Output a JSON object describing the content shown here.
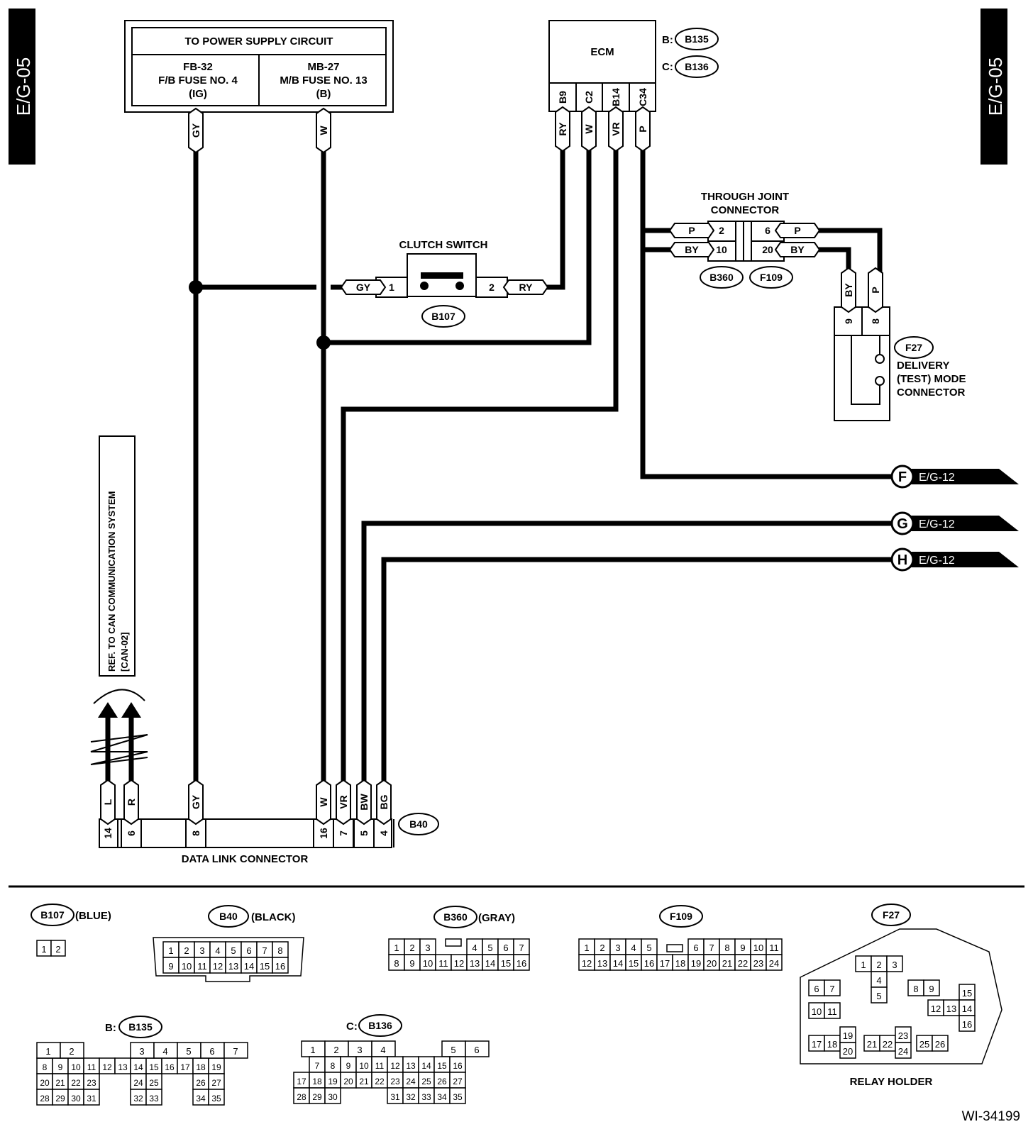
{
  "side_tabs": {
    "left": "E/G-05",
    "right": "E/G-05"
  },
  "power_supply": {
    "title": "TO POWER SUPPLY CIRCUIT",
    "left": {
      "line1": "FB-32",
      "line2": "F/B FUSE NO. 4",
      "line3": "(IG)"
    },
    "right": {
      "line1": "MB-27",
      "line2": "M/B FUSE NO. 13",
      "line3": "(B)"
    },
    "wire_left": "GY",
    "wire_right": "W"
  },
  "ecm": {
    "title": "ECM",
    "conn_b_label": "B:",
    "conn_b": "B135",
    "conn_c_label": "C:",
    "conn_c": "B136",
    "pins": [
      "B9",
      "C2",
      "B14",
      "C34"
    ],
    "wires": [
      "RY",
      "W",
      "VR",
      "P"
    ]
  },
  "clutch_switch": {
    "title": "CLUTCH SWITCH",
    "connector": "B107",
    "pin1": "1",
    "pin2": "2",
    "wire1": "GY",
    "wire2": "RY"
  },
  "through_joint": {
    "title_line1": "THROUGH JOINT",
    "title_line2": "CONNECTOR",
    "left_connector": "B360",
    "right_connector": "F109",
    "rows": [
      {
        "left_wire": "P",
        "left_pin": "2",
        "right_pin": "6",
        "right_wire": "P"
      },
      {
        "left_wire": "BY",
        "left_pin": "10",
        "right_pin": "20",
        "right_wire": "BY"
      }
    ]
  },
  "delivery_mode": {
    "connector": "F27",
    "line1": "DELIVERY",
    "line2": "(TEST) MODE",
    "line3": "CONNECTOR",
    "pins": [
      "9",
      "8"
    ],
    "wires": [
      "BY",
      "P"
    ]
  },
  "off_page": [
    {
      "letter": "F",
      "ref": "E/G-12"
    },
    {
      "letter": "G",
      "ref": "E/G-12"
    },
    {
      "letter": "H",
      "ref": "E/G-12"
    }
  ],
  "can_ref": {
    "line1": "REF. TO CAN COMMUNICATION SYSTEM",
    "line2": "[CAN-02]"
  },
  "data_link": {
    "title": "DATA LINK CONNECTOR",
    "connector": "B40",
    "pins": [
      {
        "pin": "14",
        "wire": "L"
      },
      {
        "pin": "6",
        "wire": "R"
      },
      {
        "pin": "8",
        "wire": "GY"
      },
      {
        "pin": "16",
        "wire": "W"
      },
      {
        "pin": "7",
        "wire": "VR"
      },
      {
        "pin": "5",
        "wire": "BW"
      },
      {
        "pin": "4",
        "wire": "BG"
      }
    ]
  },
  "legend": {
    "b107": {
      "name": "B107",
      "color": "(BLUE)"
    },
    "b40": {
      "name": "B40",
      "color": "(BLACK)"
    },
    "b360": {
      "name": "B360",
      "color": "(GRAY)"
    },
    "f109": {
      "name": "F109"
    },
    "f27": {
      "name": "F27",
      "caption": "RELAY HOLDER"
    },
    "b135": {
      "prefix": "B:",
      "name": "B135"
    },
    "b136": {
      "prefix": "C:",
      "name": "B136"
    }
  },
  "figure_id": "WI-34199"
}
